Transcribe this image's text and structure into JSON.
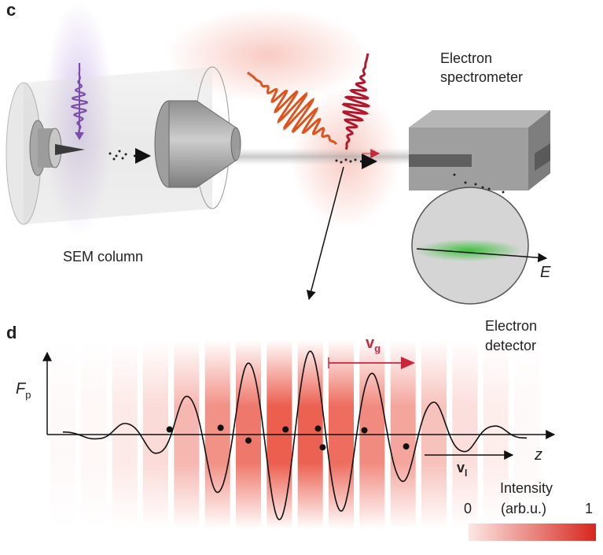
{
  "panels": {
    "c": {
      "label": "c",
      "sem_column": "SEM column",
      "spectrometer_line1": "Electron",
      "spectrometer_line2": "spectrometer",
      "detector_line1": "Electron",
      "detector_line2": "detector",
      "energy_axis": "E"
    },
    "d": {
      "label": "d",
      "y_axis_symbol": "F",
      "y_axis_subscript": "p",
      "x_axis": "z",
      "group_velocity_symbol": "v",
      "group_velocity_subscript": "g",
      "electron_velocity_symbol": "v",
      "electron_velocity_subscript": "l"
    }
  },
  "colorbar": {
    "title": "Intensity",
    "unit": "(arb.u.)",
    "min_label": "0",
    "max_label": "1",
    "min_color": "#fde8e4",
    "max_color": "#d7261e"
  },
  "colors": {
    "pulse_purple": "#7b4fa8",
    "pulse_orange": "#e0531c",
    "pulse_red": "#b2182b",
    "velocity_red": "#c8283a",
    "column_gray": "#9a9a9a",
    "screen_green": "#3cc23c"
  },
  "chart_data": {
    "type": "line",
    "xlabel": "z",
    "ylabel": "Fp",
    "description_free": true,
    "series": [
      {
        "values": [
          0.03,
          -0.05,
          0.13,
          -0.22,
          0.45,
          -0.68,
          0.84,
          -1.0,
          0.98,
          -0.9,
          0.72,
          -0.55,
          0.38,
          -0.2,
          0.1,
          -0.04
        ]
      }
    ],
    "electron_dots": [
      {
        "x": 0.23,
        "y": 0.06
      },
      {
        "x": 0.34,
        "y": 0.08
      },
      {
        "x": 0.4,
        "y": -0.07
      },
      {
        "x": 0.48,
        "y": 0.06
      },
      {
        "x": 0.55,
        "y": 0.07
      },
      {
        "x": 0.56,
        "y": -0.15
      },
      {
        "x": 0.65,
        "y": 0.05
      },
      {
        "x": 0.74,
        "y": -0.14
      }
    ]
  }
}
